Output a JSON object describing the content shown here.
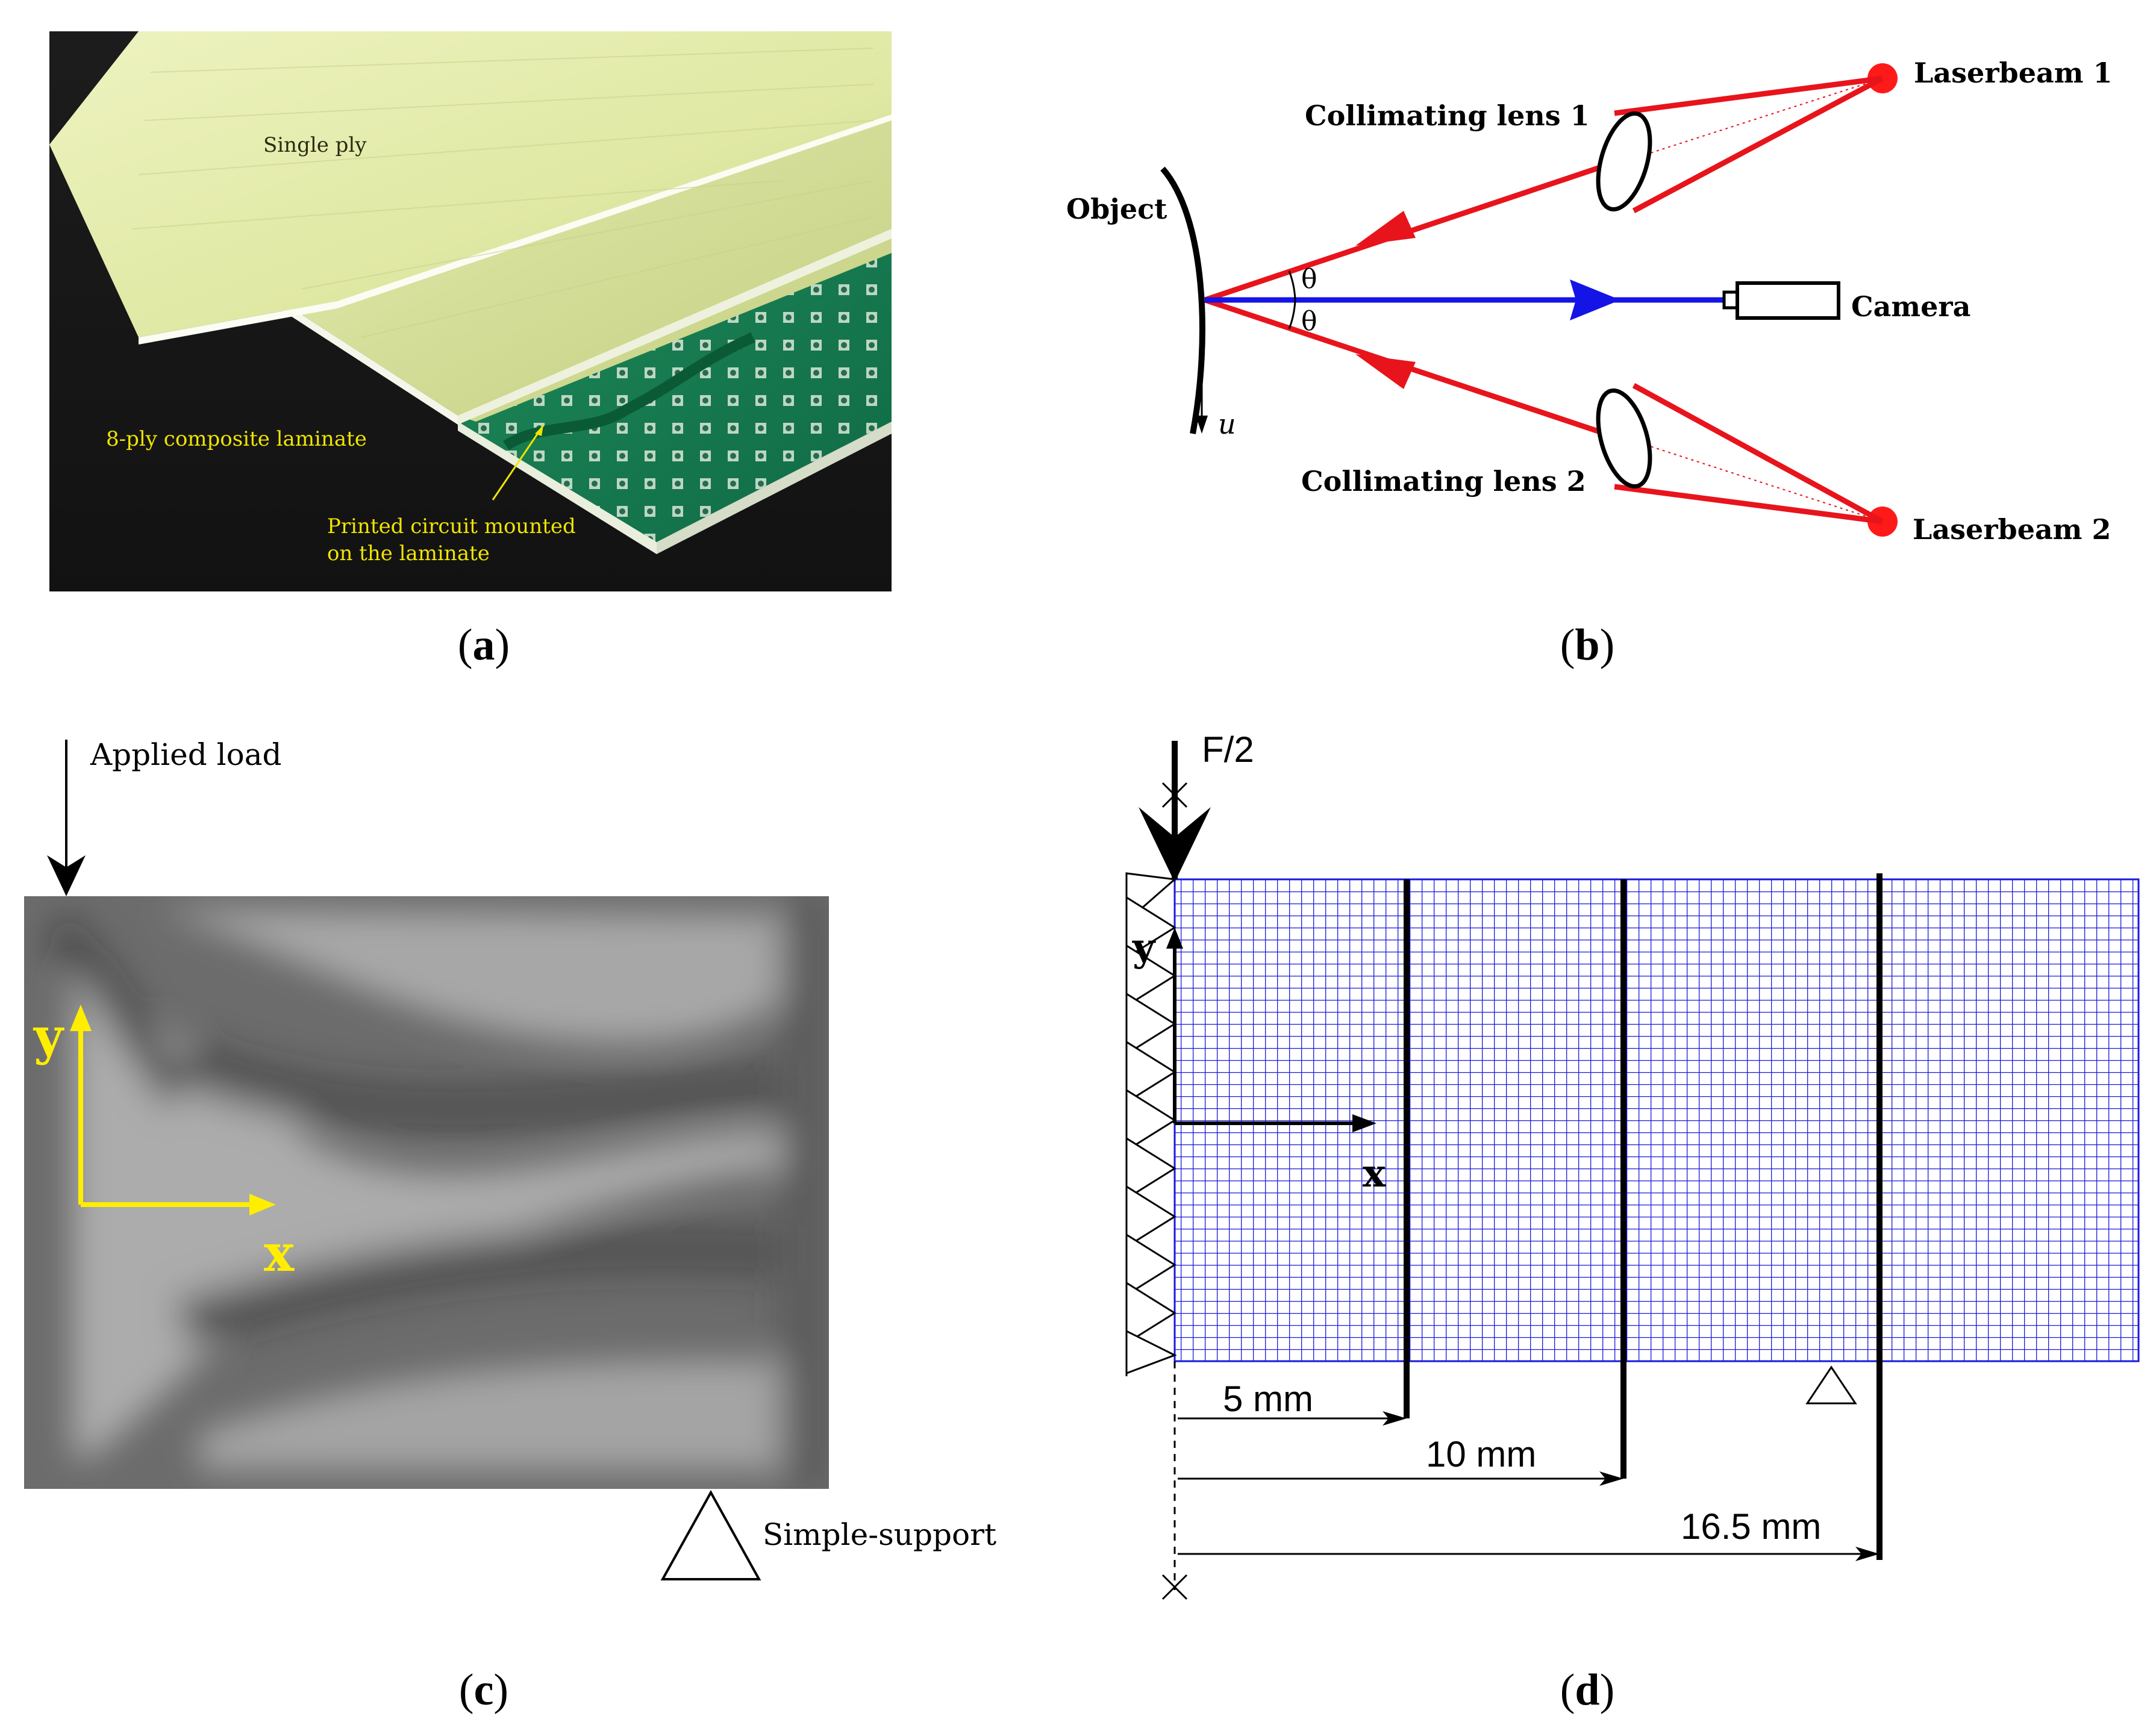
{
  "panel_a": {
    "caption_open": "(",
    "caption_letter": "a",
    "caption_close": ")",
    "label_single_ply": "Single ply",
    "label_laminate": "8-ply composite laminate",
    "label_circuit_line1": "Printed circuit mounted",
    "label_circuit_line2": "on  the laminate"
  },
  "panel_b": {
    "caption_open": "(",
    "caption_letter": "b",
    "caption_close": ")",
    "label_laser1": "Laserbeam 1",
    "label_laser2": "Laserbeam 2",
    "label_lens1": "Collimating lens 1",
    "label_lens2": "Collimating lens 2",
    "label_object": "Object",
    "label_camera": "Camera",
    "label_theta_top": "θ",
    "label_theta_bottom": "θ",
    "label_u": "u",
    "colors": {
      "beam": "#e8141c",
      "camera_axis": "#1414e6",
      "laser_dot": "#ff1a1a"
    }
  },
  "panel_c": {
    "caption_open": "(",
    "caption_letter": "c",
    "caption_close": ")",
    "label_applied_load": "Applied load",
    "label_simple_support": "Simple-support",
    "label_axis_x": "x",
    "label_axis_y": "y",
    "colors": {
      "axes": "#ffee00"
    }
  },
  "panel_d": {
    "caption_open": "(",
    "caption_letter": "d",
    "caption_close": ")",
    "label_force": "F/2",
    "label_axis_x": "x",
    "label_axis_y": "y",
    "dim_1": "5 mm",
    "dim_2": "10 mm",
    "dim_3": "16.5 mm",
    "colors": {
      "mesh": "#1a1adc"
    }
  }
}
